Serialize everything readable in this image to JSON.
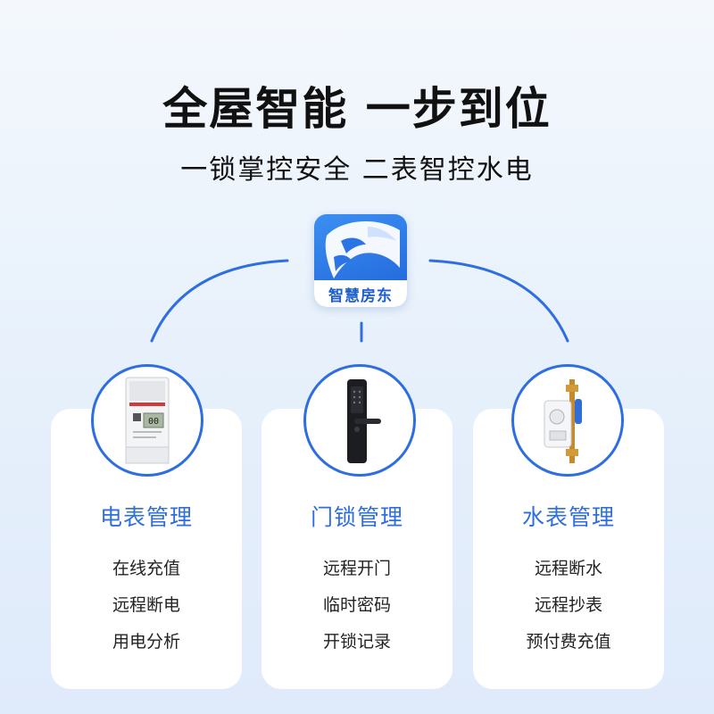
{
  "headline": "全屋智能 一步到位",
  "subline": "一锁掌控安全 二表智控水电",
  "app": {
    "name": "智慧房东",
    "icon": "panther-logo-icon"
  },
  "accent": "#2e6ee0",
  "cards": [
    {
      "title": "电表管理",
      "icon": "electricity-meter-icon",
      "meter_display": "00",
      "features": [
        "在线充值",
        "远程断电",
        "用电分析"
      ]
    },
    {
      "title": "门锁管理",
      "icon": "smart-door-lock-icon",
      "features": [
        "远程开门",
        "临时密码",
        "开锁记录"
      ]
    },
    {
      "title": "水表管理",
      "icon": "water-meter-icon",
      "features": [
        "远程断水",
        "远程抄表",
        "预付费充值"
      ]
    }
  ]
}
